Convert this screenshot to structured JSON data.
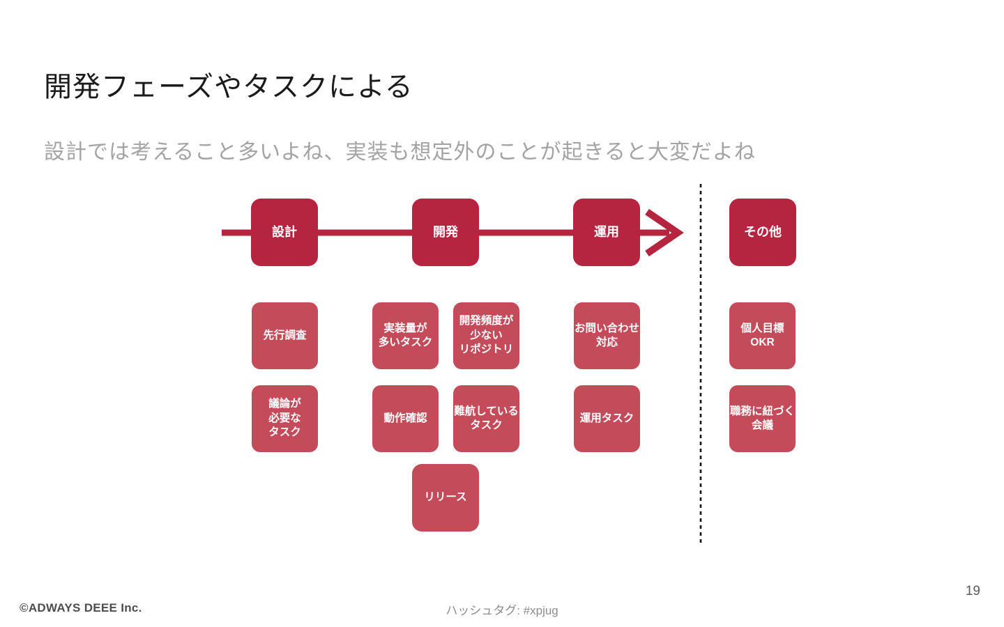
{
  "slide": {
    "title": "開発フェーズやタスクによる",
    "subtitle": "設計では考えること多いよね、実装も想定外のことが起きると大変だよね",
    "page_number": "19"
  },
  "diagram": {
    "phases": [
      {
        "id": "design",
        "label": "設計"
      },
      {
        "id": "development",
        "label": "開発"
      },
      {
        "id": "operation",
        "label": "運用"
      }
    ],
    "other_phase": {
      "label": "その他"
    },
    "tasks": {
      "design_row1": "先行調査",
      "design_row2": "議論が\n必要な\nタスク",
      "dev_row1a": "実装量が\n多いタスク",
      "dev_row1b": "開発頻度が\n少ない\nリポジトリ",
      "dev_row2a": "動作確認",
      "dev_row2b": "難航している\nタスク",
      "dev_row3": "リリース",
      "ops_row1": "お問い合わせ\n対応",
      "ops_row2": "運用タスク",
      "other_row1": "個人目標\nOKR",
      "other_row2": "職務に紐づく\n会議"
    },
    "colors": {
      "phase_box": "#b52540",
      "task_box": "#c44b5a",
      "arrow": "#b52540",
      "divider": "#141414"
    }
  },
  "footer": {
    "copyright": "©ADWAYS DEEE Inc.",
    "hashtag": "ハッシュタグ: #xpjug"
  }
}
